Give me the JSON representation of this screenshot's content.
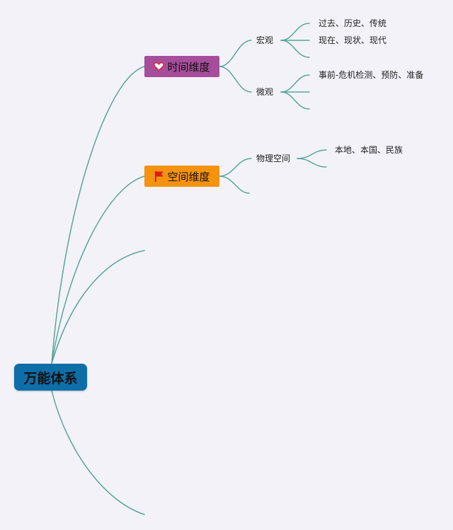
{
  "root": {
    "label": "万能体系",
    "color": "#0d6ea8"
  },
  "branch_color": "#5aa59a",
  "branches": [
    {
      "label": "时间维度",
      "icon": "heart-icon",
      "color": "#a64d9b",
      "children": [
        {
          "label": "宏观",
          "items": [
            "过去、历史、传统",
            "现在、现状、现代"
          ]
        },
        {
          "label": "微观",
          "items": [
            "事前-危机检测、预防、准备"
          ]
        }
      ]
    },
    {
      "label": "空间维度",
      "icon": "flag-icon",
      "color": "#f5920f",
      "children": [
        {
          "label": "物理空间",
          "items": [
            "本地、本国、民族"
          ]
        }
      ]
    }
  ]
}
